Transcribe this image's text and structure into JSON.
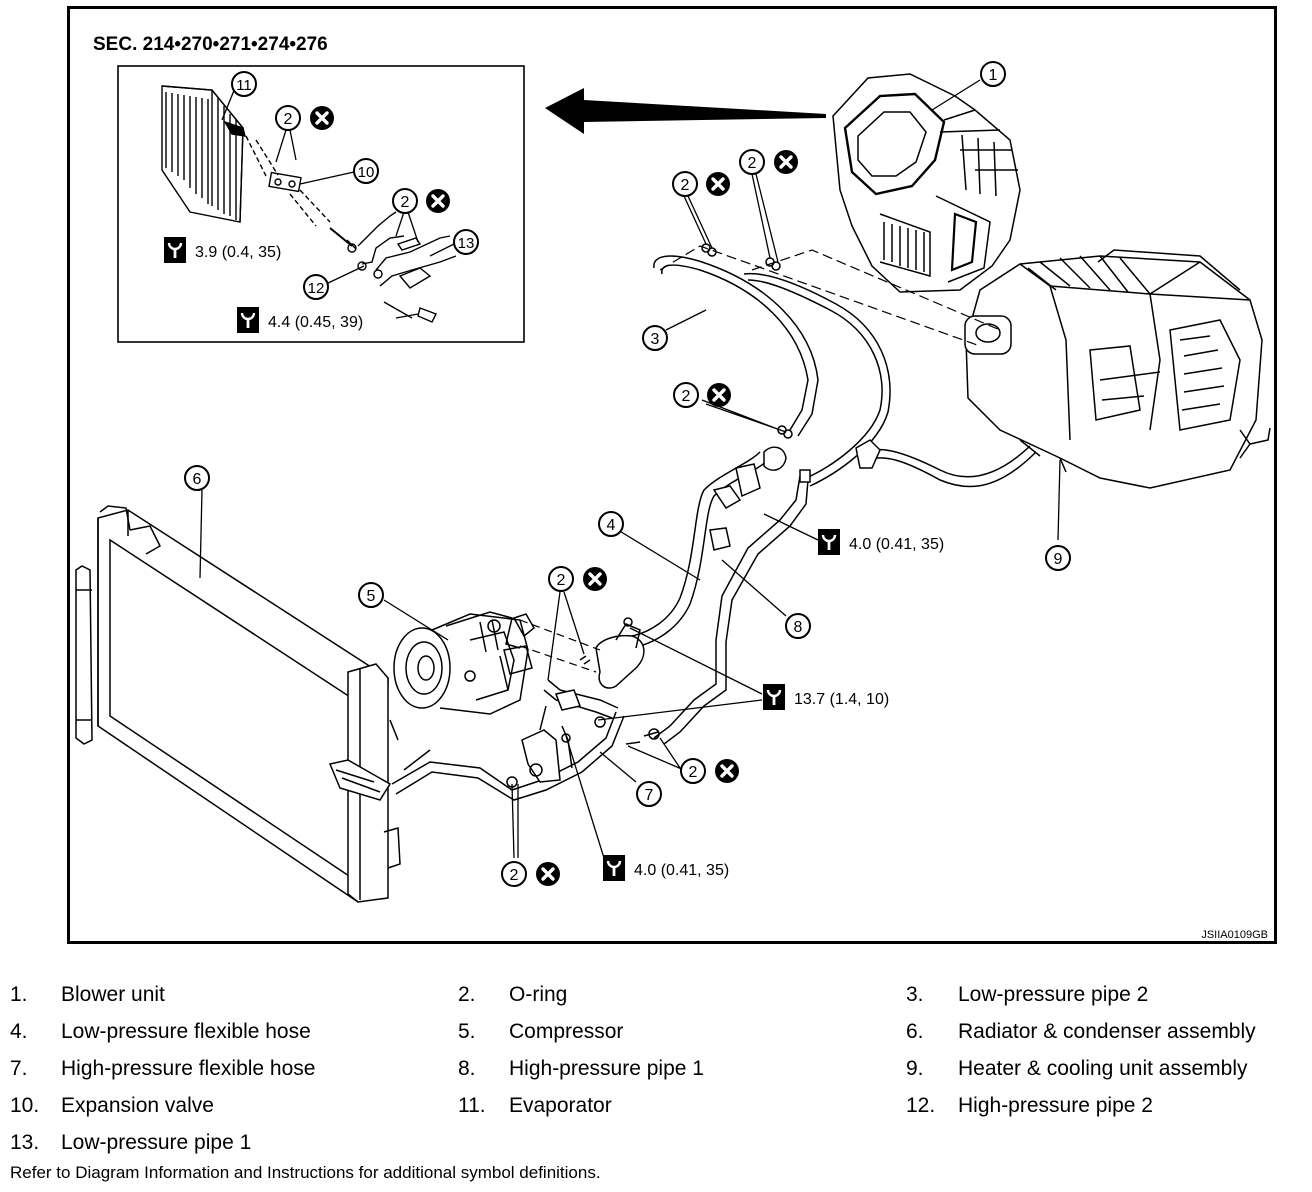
{
  "diagram": {
    "section_title": "SEC. 214•270•271•274•276",
    "image_code": "JSIIA0109GB",
    "callouts": [
      "1",
      "2",
      "3",
      "4",
      "5",
      "6",
      "7",
      "8",
      "9",
      "10",
      "11",
      "12",
      "13"
    ],
    "torques": {
      "t_inset_1": "3.9 (0.4, 35)",
      "t_inset_2": "4.4 (0.45, 39)",
      "t_right": "4.0 (0.41, 35)",
      "t_mid": "13.7 (1.4, 10)",
      "t_bottom": "4.0 (0.41, 35)"
    }
  },
  "legend": [
    {
      "num": "1.",
      "label": "Blower unit"
    },
    {
      "num": "2.",
      "label": "O-ring"
    },
    {
      "num": "3.",
      "label": "Low-pressure pipe 2"
    },
    {
      "num": "4.",
      "label": "Low-pressure flexible hose"
    },
    {
      "num": "5.",
      "label": "Compressor"
    },
    {
      "num": "6.",
      "label": "Radiator & condenser assembly"
    },
    {
      "num": "7.",
      "label": "High-pressure flexible hose"
    },
    {
      "num": "8.",
      "label": "High-pressure pipe 1"
    },
    {
      "num": "9.",
      "label": "Heater & cooling unit assembly"
    },
    {
      "num": "10.",
      "label": "Expansion valve"
    },
    {
      "num": "11.",
      "label": "Evaporator"
    },
    {
      "num": "12.",
      "label": "High-pressure pipe 2"
    },
    {
      "num": "13.",
      "label": "Low-pressure pipe 1"
    }
  ],
  "footnote": "Refer to Diagram Information and Instructions for additional symbol definitions."
}
